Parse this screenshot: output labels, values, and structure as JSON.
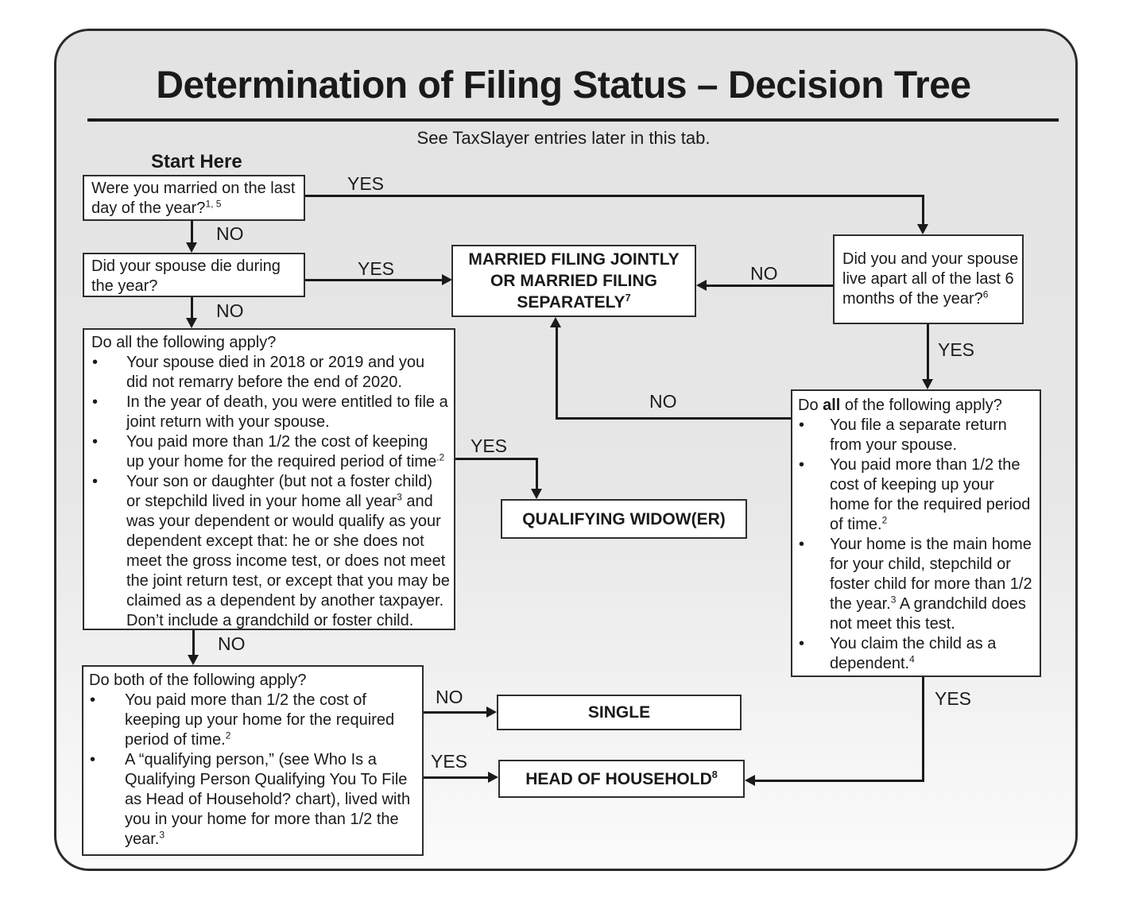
{
  "page": {
    "title": "Determination of Filing Status – Decision Tree",
    "subtitle": "See TaxSlayer entries later in this tab.",
    "start_here": "Start Here"
  },
  "colors": {
    "line": "#1a1a1a",
    "box_border": "#2e2e2e",
    "box_fill": "#ffffff",
    "frame_fill_top": "#e3e3e3",
    "frame_fill_bottom": "#fbfbfb"
  },
  "boxes": {
    "married_last_day": {
      "runs": [
        {
          "t": "Were you married on the last"
        },
        {
          "br": true
        },
        {
          "t": "day of the year?"
        },
        {
          "t": "1, 5",
          "sup": true
        }
      ]
    },
    "spouse_died": {
      "runs": [
        {
          "t": "Did your spouse die during"
        },
        {
          "br": true
        },
        {
          "t": "the year?"
        }
      ]
    },
    "qw_test": {
      "heading": [
        {
          "t": "Do all the following apply?"
        }
      ],
      "bullets": [
        [
          {
            "t": "Your spouse died in 2018 or 2019 and you did not remarry before the end of 2020."
          }
        ],
        [
          {
            "t": "In the year of death, you were entitled to file a joint return with your spouse."
          }
        ],
        [
          {
            "t": "You paid more than 1/2 the cost of keeping up your home for the required period of time"
          },
          {
            "t": ".2",
            "sup": true
          }
        ],
        [
          {
            "t": "Your son or daughter (but not a foster child) or stepchild lived in your home all year"
          },
          {
            "t": "3",
            "sup": true
          },
          {
            "t": " and was your dependent or would qualify as your dependent except that: he or she does not meet the gross income test, or does not meet the joint return test, or except that you may be claimed as a dependent by another taxpayer. Don’t include a grandchild or foster child."
          }
        ]
      ]
    },
    "hoh_test_left": {
      "heading": [
        {
          "t": "Do both of the following apply?"
        }
      ],
      "bullets": [
        [
          {
            "t": "You paid more than 1/2 the cost of keeping up your home for the required period of time."
          },
          {
            "t": "2",
            "sup": true
          }
        ],
        [
          {
            "t": "A “qualifying person,” (see Who Is a Qualifying Person Qualifying You To File as Head of Household? chart), lived with you in your home for more than 1/2 the year."
          },
          {
            "t": "3",
            "sup": true
          }
        ]
      ]
    },
    "live_apart": {
      "runs": [
        {
          "t": "Did you and your spouse"
        },
        {
          "br": true
        },
        {
          "t": "live apart all of the last 6"
        },
        {
          "br": true
        },
        {
          "t": "months of the year?"
        },
        {
          "t": "6",
          "sup": true
        }
      ]
    },
    "hoh_test_right": {
      "heading": [
        {
          "t": "Do "
        },
        {
          "t": "all",
          "b": true
        },
        {
          "t": " of the following apply?"
        }
      ],
      "bullets": [
        [
          {
            "t": "You file a separate return from your spouse."
          }
        ],
        [
          {
            "t": "You paid more than 1/2 the cost of keeping up your home for the required period of time."
          },
          {
            "t": "2",
            "sup": true
          }
        ],
        [
          {
            "t": "Your home is the main home for your child, stepchild or foster child for more than 1/2 the year."
          },
          {
            "t": "3",
            "sup": true
          },
          {
            "t": " A grandchild does not meet this test."
          }
        ],
        [
          {
            "t": "You claim the child as a dependent."
          },
          {
            "t": "4",
            "sup": true
          }
        ]
      ]
    },
    "mfj_result": {
      "runs": [
        {
          "t": "MARRIED FILING JOINTLY"
        },
        {
          "br": true
        },
        {
          "t": "OR MARRIED FILING"
        },
        {
          "br": true
        },
        {
          "t": "SEPARATELY"
        },
        {
          "t": "7",
          "sup": true
        }
      ]
    },
    "qw_result": {
      "runs": [
        {
          "t": "QUALIFYING WIDOW(ER)"
        }
      ]
    },
    "single_result": {
      "runs": [
        {
          "t": "SINGLE"
        }
      ]
    },
    "hoh_result": {
      "runs": [
        {
          "t": "HEAD OF HOUSEHOLD"
        },
        {
          "t": "8",
          "sup": true
        }
      ]
    }
  },
  "edges": {
    "married_yes": "YES",
    "married_no": "NO",
    "spouse_died_yes": "YES",
    "spouse_died_no": "NO",
    "widower_yes": "YES",
    "widower_no": "NO",
    "single_no": "NO",
    "hoh_left_yes": "YES",
    "live_apart_no": "NO",
    "live_apart_yes": "YES",
    "separate_return_no": "NO",
    "separate_return_yes": "YES"
  }
}
